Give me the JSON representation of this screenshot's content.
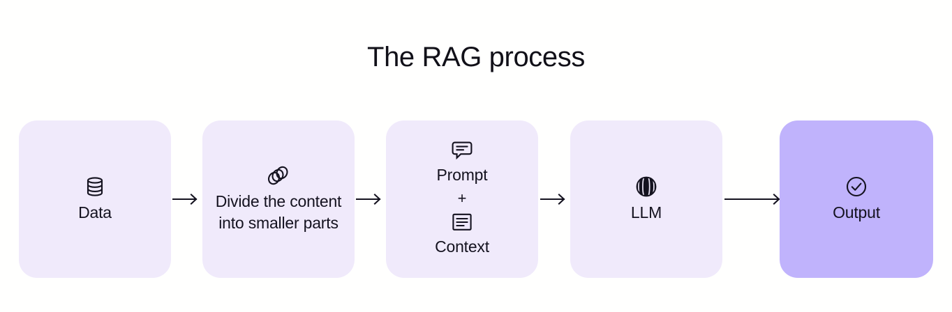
{
  "title": "The RAG process",
  "colors": {
    "background": "#ffffff",
    "node_fill": "#f0eafb",
    "node_fill_accent": "#c0b3fc",
    "text": "#14121f",
    "arrow": "#14121f"
  },
  "nodes": [
    {
      "id": "data",
      "label": "Data",
      "icon": "database-icon",
      "accent": false
    },
    {
      "id": "chunking",
      "label": "Divide the content into smaller parts",
      "icon": "overlapping-circles-icon",
      "accent": false
    },
    {
      "id": "prompt-context",
      "label": "Prompt",
      "label_secondary": "Context",
      "operator": "+",
      "icon": "chat-bubble-icon",
      "icon_secondary": "document-lines-icon",
      "accent": false
    },
    {
      "id": "llm",
      "label": "LLM",
      "icon": "striped-sphere-icon",
      "accent": false
    },
    {
      "id": "output",
      "label": "Output",
      "icon": "check-circle-icon",
      "accent": true
    }
  ],
  "arrows": [
    {
      "id": "arrow-data-to-chunking",
      "glyph": "right-arrow-icon"
    },
    {
      "id": "arrow-chunking-to-prompt",
      "glyph": "right-arrow-icon"
    },
    {
      "id": "arrow-prompt-to-llm",
      "glyph": "right-arrow-icon"
    },
    {
      "id": "arrow-llm-to-output",
      "glyph": "right-arrow-icon"
    }
  ]
}
